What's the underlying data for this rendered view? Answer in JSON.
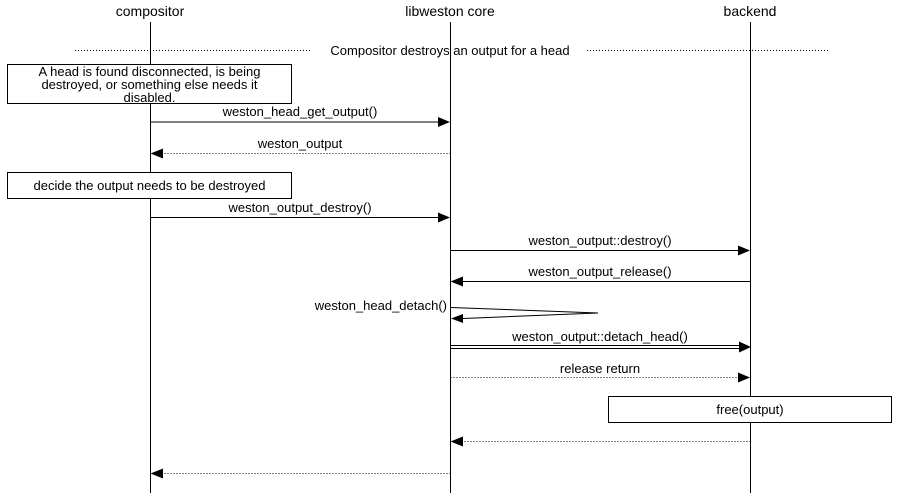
{
  "participants": [
    {
      "name": "compositor"
    },
    {
      "name": "libweston core"
    },
    {
      "name": "backend"
    }
  ],
  "divider": {
    "label": "Compositor destroys an output for a head"
  },
  "notes": [
    {
      "lines": [
        "A head is found disconnected, is being",
        "destroyed, or something else needs it",
        "disabled."
      ]
    },
    {
      "lines": [
        "decide the output needs to be destroyed"
      ]
    },
    {
      "lines": [
        "free(output)"
      ]
    }
  ],
  "messages": [
    {
      "label": "weston_head_get_output()",
      "from": "compositor",
      "to": "libweston core",
      "style": "solid"
    },
    {
      "label": "weston_output",
      "from": "libweston core",
      "to": "compositor",
      "style": "dotted"
    },
    {
      "label": "weston_output_destroy()",
      "from": "compositor",
      "to": "libweston core",
      "style": "solid"
    },
    {
      "label": "weston_output::destroy()",
      "from": "libweston core",
      "to": "backend",
      "style": "solid"
    },
    {
      "label": "weston_output_release()",
      "from": "backend",
      "to": "libweston core",
      "style": "solid"
    },
    {
      "label": "weston_head_detach()",
      "from": "libweston core",
      "to": "libweston core",
      "style": "self"
    },
    {
      "label": "weston_output::detach_head()",
      "from": "libweston core",
      "to": "backend",
      "style": "double"
    },
    {
      "label": "release return",
      "from": "libweston core",
      "to": "backend",
      "style": "dotted"
    },
    {
      "label": "",
      "from": "backend",
      "to": "libweston core",
      "style": "dotted"
    },
    {
      "label": "",
      "from": "libweston core",
      "to": "compositor",
      "style": "dotted"
    }
  ],
  "colors": {
    "line": "#000000",
    "background": "#ffffff",
    "text": "#000000"
  }
}
